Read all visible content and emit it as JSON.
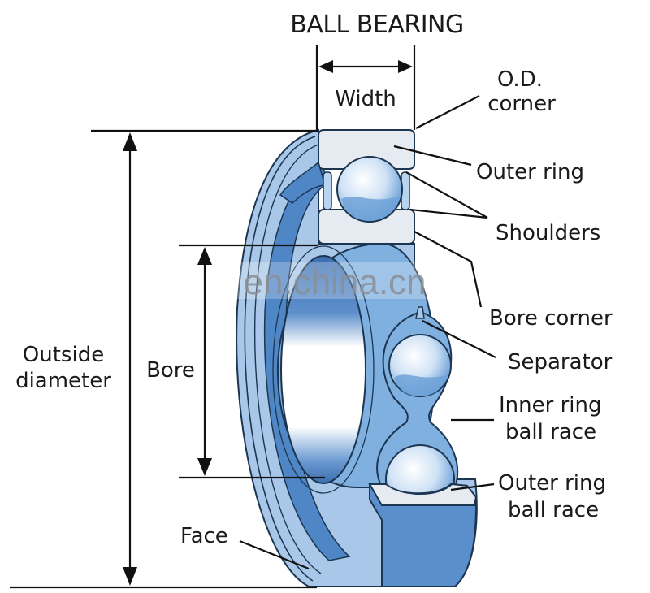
{
  "title": "BALL BEARING",
  "watermark": "en.china.cn",
  "dimensions": {
    "width": "Width",
    "outside_diameter": [
      "Outside",
      "diameter"
    ],
    "bore": "Bore"
  },
  "labels": {
    "od_corner": [
      "O.D.",
      "corner"
    ],
    "outer_ring": "Outer ring",
    "shoulders": "Shoulders",
    "bore_corner": "Bore corner",
    "separator": "Separator",
    "inner_ring_ball_race": [
      "Inner ring",
      "ball race"
    ],
    "outer_ring_ball_race": [
      "Outer ring",
      "ball race"
    ],
    "face": "Face"
  },
  "colors": {
    "ring_light": "#b9d4ee",
    "ring_mid": "#7fb0e0",
    "ring_dark": "#4f86c6",
    "ring_deep": "#3a6fae",
    "section_face": "#e6ebf2",
    "ball": "#dbeaf8",
    "outline": "#1c3550"
  }
}
